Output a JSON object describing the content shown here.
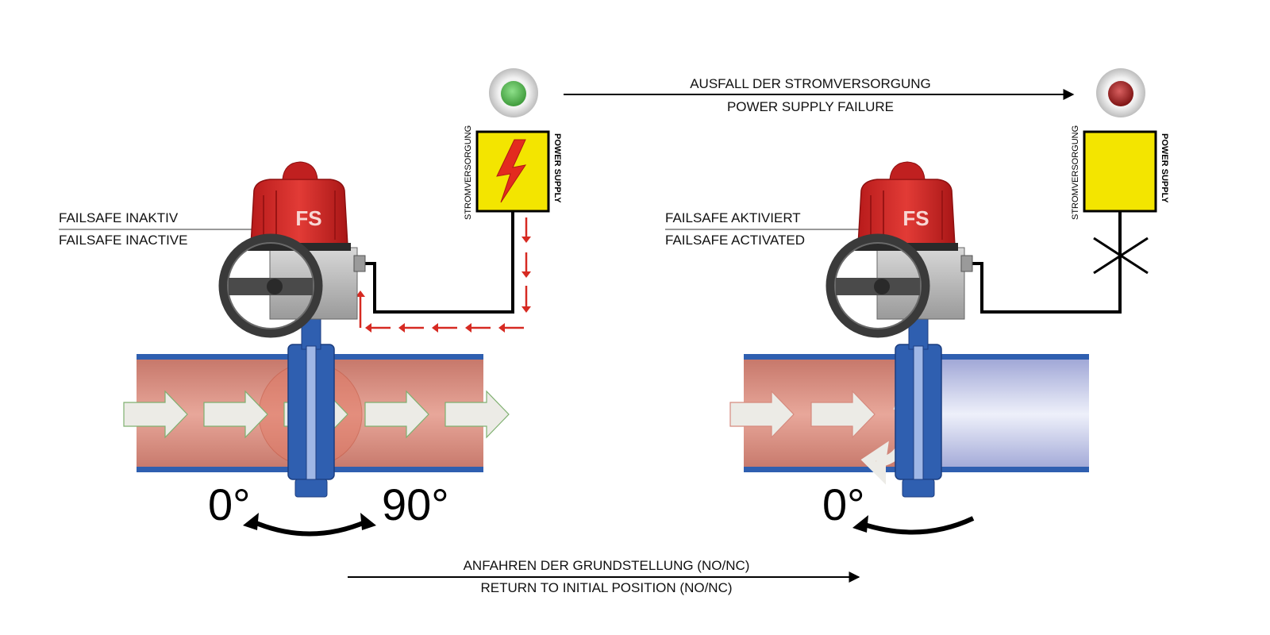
{
  "top_arrow": {
    "line1": "AUSFALL DER STROMVERSORGUNG",
    "line2": "POWER SUPPLY FAILURE"
  },
  "bottom_arrow": {
    "line1": "ANFAHREN DER GRUNDSTELLUNG (NO/NC)",
    "line2": "RETURN TO INITIAL POSITION (NO/NC)"
  },
  "left": {
    "failsafe_de": "FAILSAFE INAKTIV",
    "failsafe_en": "FAILSAFE INACTIVE",
    "actuator_badge": "FS",
    "supply_de": "STROMVERSORGUNG",
    "supply_en": "POWER SUPPLY",
    "angle_start": "0°",
    "angle_end": "90°",
    "indicator_color": "#4caf50",
    "pipe_fluid": "#e0a294"
  },
  "right": {
    "failsafe_de": "FAILSAFE AKTIVIERT",
    "failsafe_en": "FAILSAFE ACTIVATED",
    "actuator_badge": "FS",
    "supply_de": "STROMVERSORGUNG",
    "supply_en": "POWER SUPPLY",
    "angle_start": "0°",
    "indicator_color": "#a31d1d",
    "pipe_fluid_empty": "#c9cdea"
  },
  "colors": {
    "actuator_red": "#d42a2a",
    "pipe_blue": "#2f5fb0",
    "flow_arrow": "#c7302b",
    "supply_box": "#f3e500"
  }
}
